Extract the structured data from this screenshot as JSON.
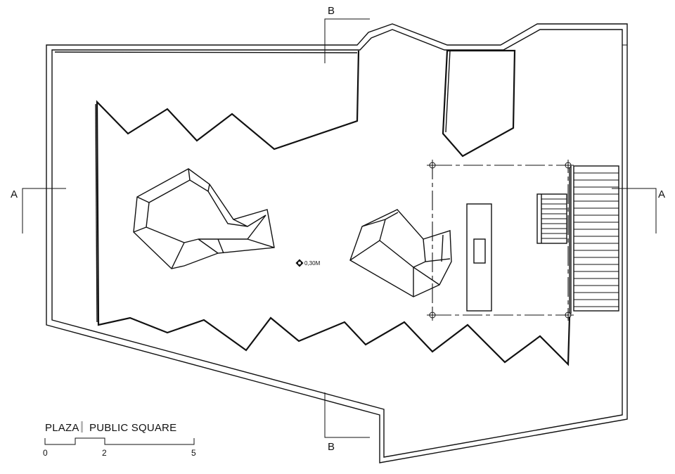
{
  "drawing": {
    "title_left": "PLAZA",
    "title_right": "PUBLIC SQUARE",
    "level_label": "0,30M"
  },
  "section_marks": {
    "a_left": "A",
    "a_right": "A",
    "b_top": "B",
    "b_bottom": "B"
  },
  "scale_bar": {
    "ticks": [
      "0",
      "2",
      "5"
    ]
  }
}
